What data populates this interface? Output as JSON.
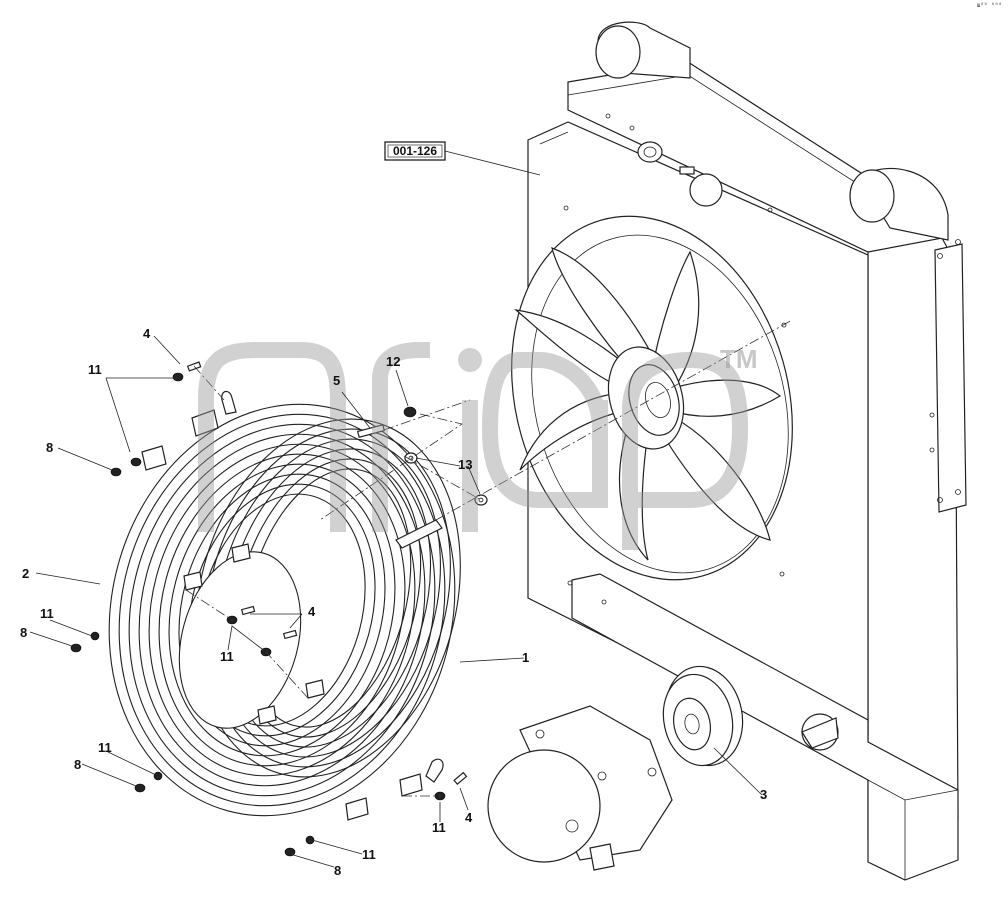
{
  "corner_code": "ш⁰⁰ ⁰⁰⁰",
  "reference_label": "001-126",
  "watermark": {
    "text": "TM"
  },
  "callouts": [
    {
      "id": "c1",
      "text": "1"
    },
    {
      "id": "c2",
      "text": "2"
    },
    {
      "id": "c3",
      "text": "3"
    },
    {
      "id": "c4a",
      "text": "4"
    },
    {
      "id": "c4b",
      "text": "4"
    },
    {
      "id": "c4c",
      "text": "4"
    },
    {
      "id": "c5",
      "text": "5"
    },
    {
      "id": "c8a",
      "text": "8"
    },
    {
      "id": "c8b",
      "text": "8"
    },
    {
      "id": "c8c",
      "text": "8"
    },
    {
      "id": "c8d",
      "text": "8"
    },
    {
      "id": "c11a",
      "text": "11"
    },
    {
      "id": "c11b",
      "text": "11"
    },
    {
      "id": "c11c",
      "text": "11"
    },
    {
      "id": "c11d",
      "text": "11"
    },
    {
      "id": "c11e",
      "text": "11"
    },
    {
      "id": "c11f",
      "text": "11"
    },
    {
      "id": "c12",
      "text": "12"
    },
    {
      "id": "c13",
      "text": "13"
    }
  ]
}
